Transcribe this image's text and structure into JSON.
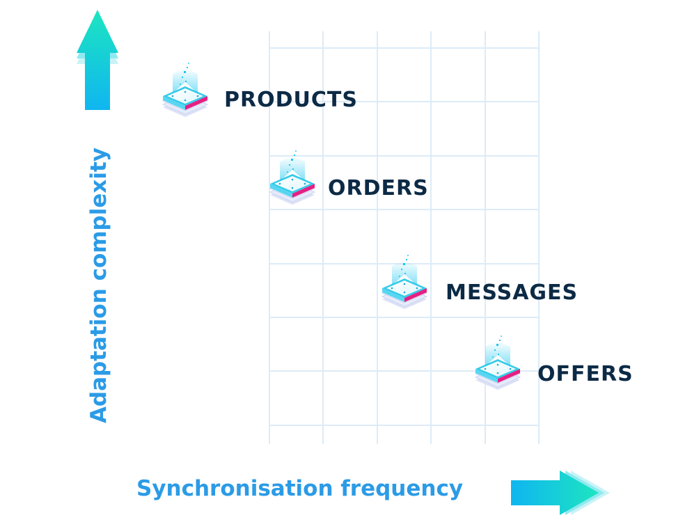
{
  "axes": {
    "y_label": "Adaptation complexity",
    "x_label": "Synchronisation frequency"
  },
  "items": [
    {
      "label": "PRODUCTS",
      "icon": "data-stack-icon"
    },
    {
      "label": "ORDERS",
      "icon": "data-stack-icon"
    },
    {
      "label": "MESSAGES",
      "icon": "data-stack-icon"
    },
    {
      "label": "OFFERS",
      "icon": "data-stack-icon"
    }
  ],
  "colors": {
    "axis_text": "#2b9be6",
    "item_text": "#0c2a45",
    "grid": "#dcebf7",
    "arrow_top": "#1de5c0",
    "arrow_bottom": "#0fb6f0",
    "accent_pink": "#e61f83"
  }
}
